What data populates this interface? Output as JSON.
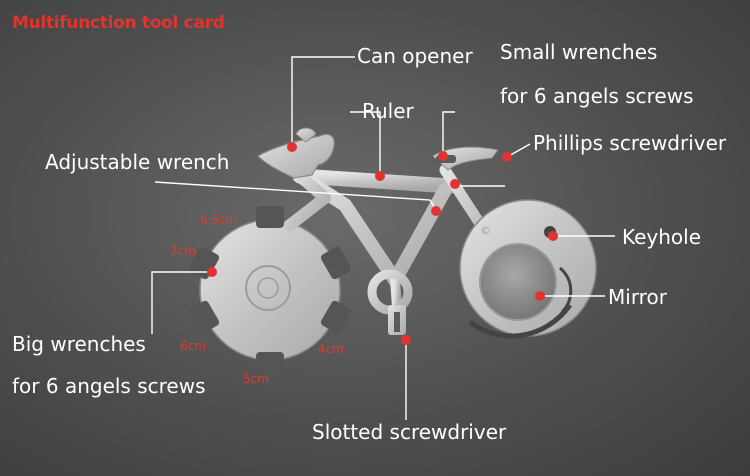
{
  "title": "Multifunction tool card",
  "labels": {
    "can_opener": "Can opener",
    "small_wrenches_line1": "Small wrenches",
    "small_wrenches_line2": "for 6 angels screws",
    "ruler": "Ruler",
    "phillips": "Phillips screwdriver",
    "adjustable_wrench": "Adjustable wrench",
    "keyhole": "Keyhole",
    "mirror": "Mirror",
    "big_wrenches_line1": "Big wrenches",
    "big_wrenches_line2": "for 6 angels screws",
    "slotted": "Slotted screwdriver"
  },
  "measurements": {
    "m65": "6.5cm",
    "m7": "7cm",
    "m6": "6cm",
    "m5": "5cm",
    "m4": "4cm"
  },
  "colors": {
    "accent": "#e0342f",
    "metal": "#c8c8c8",
    "label": "#ffffff"
  }
}
